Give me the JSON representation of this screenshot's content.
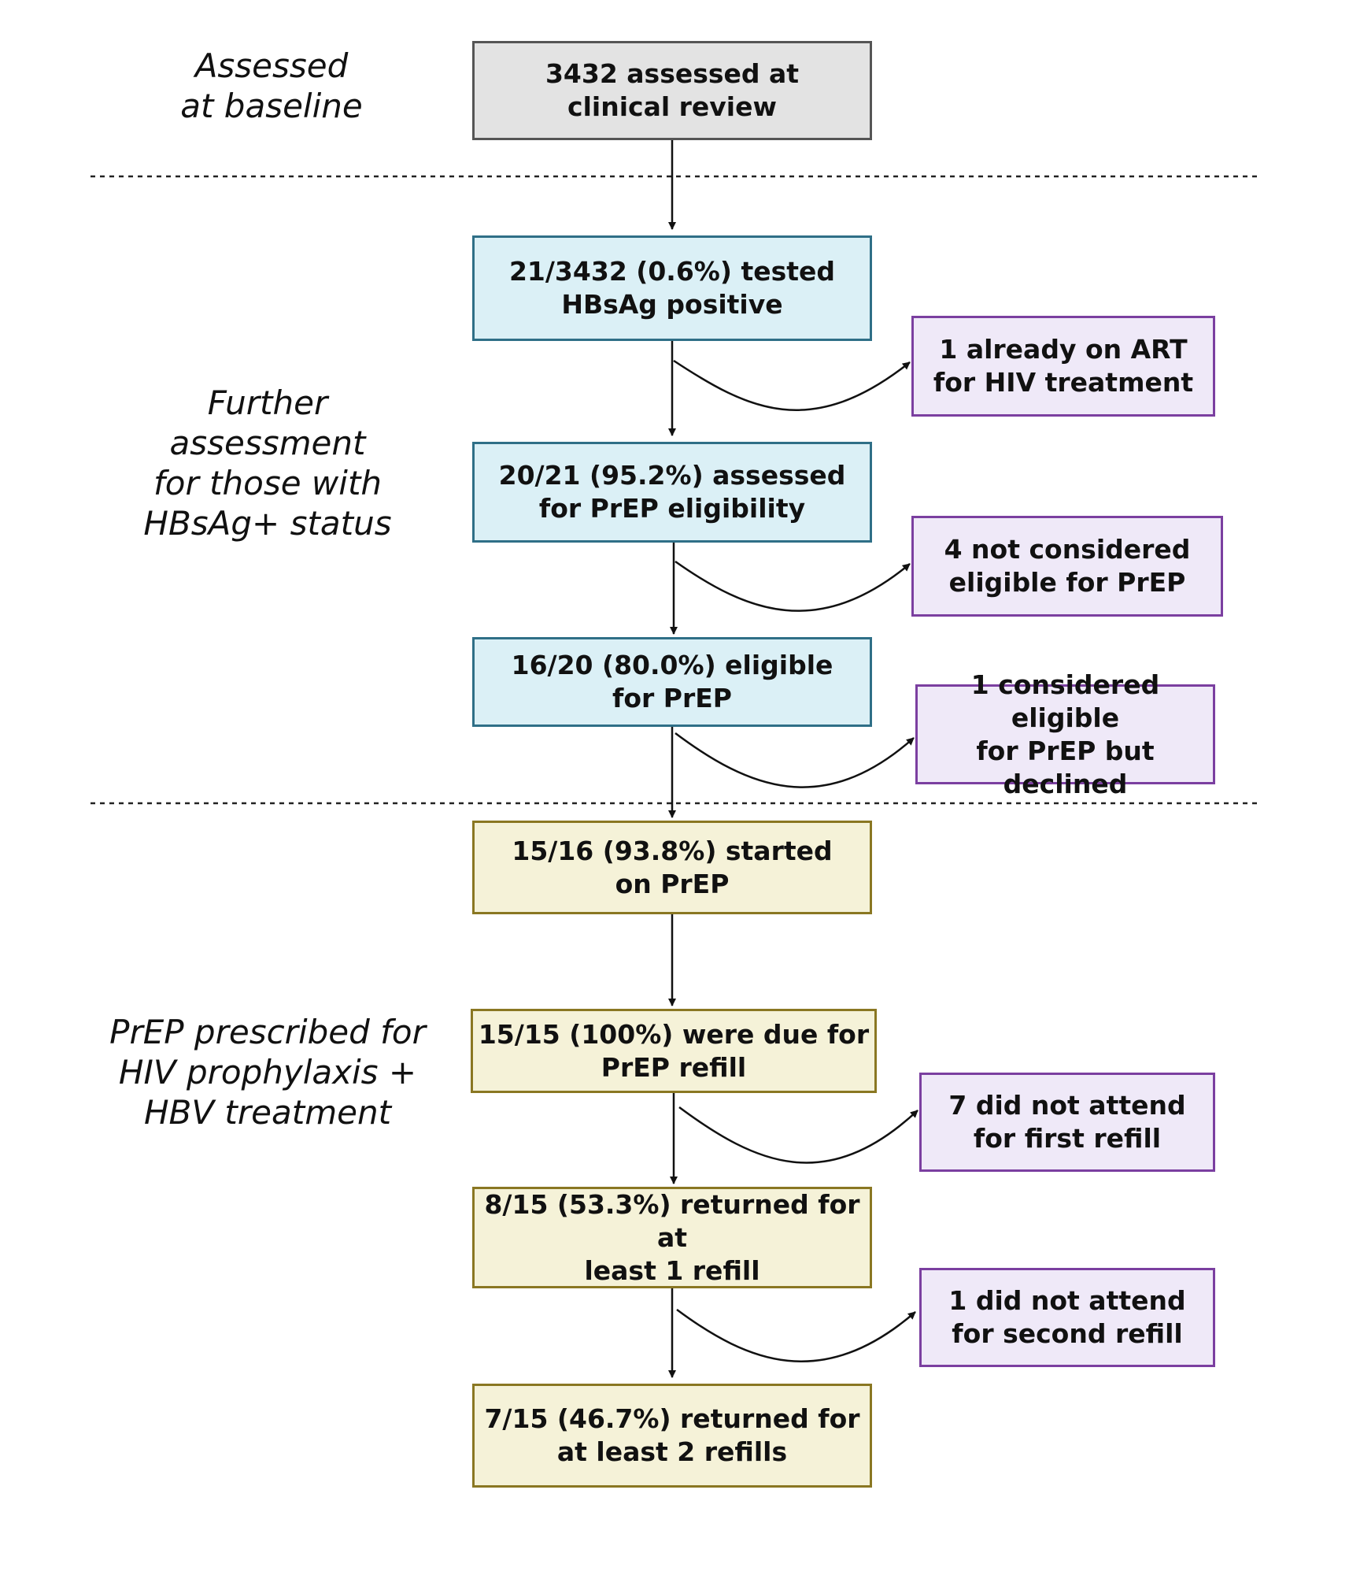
{
  "stages": [
    {
      "id": "baseline",
      "label": "Assessed\nat baseline"
    },
    {
      "id": "further",
      "label": "Further\nassessment\nfor those with\nHBsAg+ status"
    },
    {
      "id": "prep",
      "label": "PrEP prescribed for\nHIV prophylaxis +\nHBV treatment"
    }
  ],
  "main_boxes": [
    {
      "id": "assessed",
      "text": "3432 assessed at\nclinical review",
      "color": "#e3e3e3"
    },
    {
      "id": "tested",
      "text": "21/3432 (0.6%) tested\nHBsAg positive",
      "color": "#dbf0f6"
    },
    {
      "id": "eligibility",
      "text": "20/21 (95.2%) assessed\nfor PrEP eligibility",
      "color": "#dbf0f6"
    },
    {
      "id": "eligible",
      "text": "16/20 (80.0%) eligible\nfor PrEP",
      "color": "#dbf0f6"
    },
    {
      "id": "started",
      "text": "15/16 (93.8%) started\non PrEP",
      "color": "#f5f2d8"
    },
    {
      "id": "due",
      "text": "15/15 (100%) were due for\nPrEP refill",
      "color": "#f5f2d8"
    },
    {
      "id": "refill1",
      "text": "8/15 (53.3%) returned for at\nleast 1 refill",
      "color": "#f5f2d8"
    },
    {
      "id": "refill2",
      "text": "7/15 (46.7%) returned for\nat least 2 refills",
      "color": "#f5f2d8"
    }
  ],
  "exclusion_boxes": [
    {
      "id": "art",
      "text": "1 already on ART\nfor HIV treatment",
      "color": "#efe9f8"
    },
    {
      "id": "not-eligible",
      "text": "4 not considered\neligible for PrEP",
      "color": "#efe9f8"
    },
    {
      "id": "declined",
      "text": "1 considered eligible\nfor PrEP but declined",
      "color": "#efe9f8"
    },
    {
      "id": "no-first",
      "text": "7 did not attend\nfor first refill",
      "color": "#efe9f8"
    },
    {
      "id": "no-second",
      "text": "1 did not attend\nfor second refill",
      "color": "#efe9f8"
    }
  ]
}
